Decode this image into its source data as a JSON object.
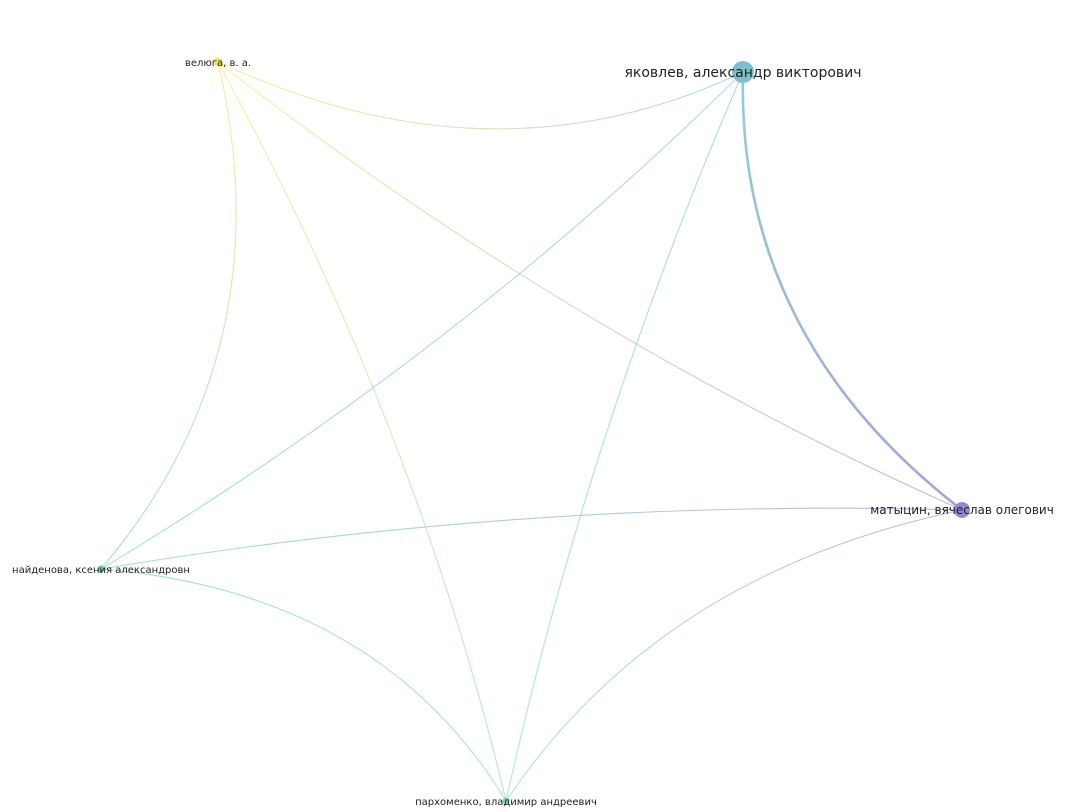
{
  "nodes": [
    {
      "id": "yakovlev",
      "label": "яковлев, александр викторович",
      "color": "#7cc0cc",
      "weight": 5
    },
    {
      "id": "velyuga",
      "label": "велюга, в. а.",
      "color": "#f2e55c",
      "weight": 1
    },
    {
      "id": "matytsin",
      "label": "матыцин, вячеслав олегович",
      "color": "#8d8cd0",
      "weight": 3
    },
    {
      "id": "naydenova",
      "label": "найденова, ксения александровн",
      "color": "#5fcfb0",
      "weight": 1
    },
    {
      "id": "parkhomenko",
      "label": "пархоменко, владимир андреевич",
      "color": "#7ad6b0",
      "weight": 1
    }
  ],
  "edges": [
    {
      "source": "velyuga",
      "target": "yakovlev",
      "weight": 1
    },
    {
      "source": "velyuga",
      "target": "matytsin",
      "weight": 1
    },
    {
      "source": "velyuga",
      "target": "naydenova",
      "weight": 1
    },
    {
      "source": "velyuga",
      "target": "parkhomenko",
      "weight": 1
    },
    {
      "source": "yakovlev",
      "target": "matytsin",
      "weight": 3
    },
    {
      "source": "yakovlev",
      "target": "naydenova",
      "weight": 1
    },
    {
      "source": "yakovlev",
      "target": "parkhomenko",
      "weight": 1
    },
    {
      "source": "matytsin",
      "target": "naydenova",
      "weight": 1
    },
    {
      "source": "matytsin",
      "target": "parkhomenko",
      "weight": 1
    },
    {
      "source": "naydenova",
      "target": "parkhomenko",
      "weight": 1
    }
  ]
}
